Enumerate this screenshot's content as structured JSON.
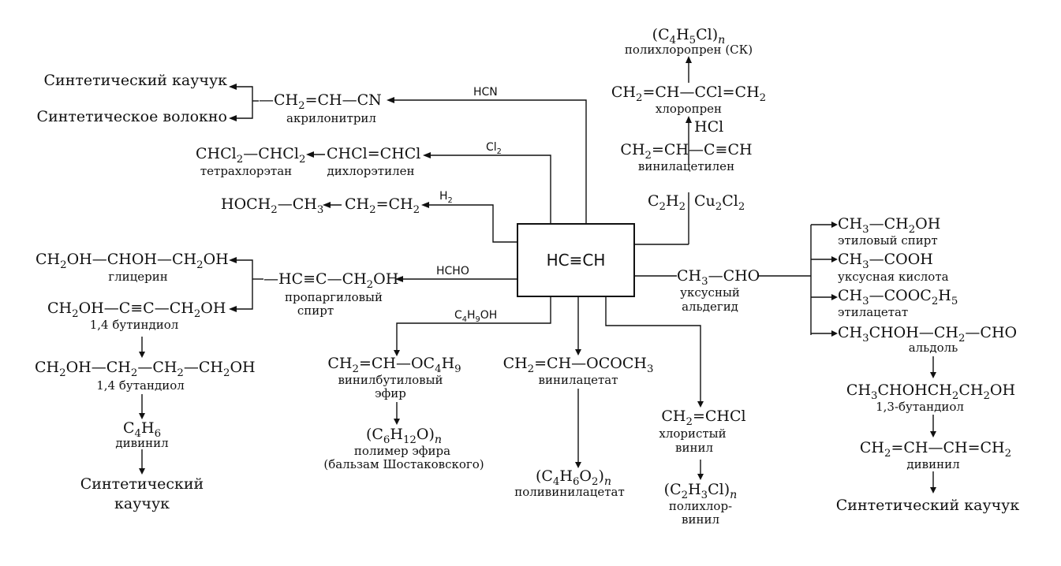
{
  "center": "HC≡CH",
  "top_right": {
    "polymer": "(C4H5Cl)n",
    "polymer_label": "полихлоропрен (СК)",
    "chloroprene": "CH2=CH—CCl=CH2",
    "chloroprene_label": "хлоропрен",
    "hcl": "HCl",
    "vinylacetylene": "CH2=CH—C≡CH",
    "vinylacetylene_label": "винилацетилен",
    "c2h2": "C2H2",
    "cu2cl2": "Cu2Cl2"
  },
  "acrylonitrile": {
    "reagent": "HCN",
    "formula": "—CH2=CH—CN",
    "label": "акрилонитрил",
    "product1": "Синтетический каучук",
    "product2": "Синтетическое волокно"
  },
  "chlorination": {
    "reagent": "Cl2",
    "dichloroethylene": "CHCl=CHCl",
    "dichloroethylene_label": "дихлорэтилен",
    "tetrachloroethane": "CHCl2—CHCl2",
    "tetrachloroethane_label": "тетрахлорэтан"
  },
  "hydrogenation": {
    "reagent": "H2",
    "ethylene": "CH2=CH2",
    "ethanol": "HOCH2—CH3"
  },
  "hcho_branch": {
    "reagent": "HCHO",
    "propargyl": "—HC≡C—CH2OH",
    "propargyl_label1": "пропаргиловый",
    "propargyl_label2": "спирт",
    "glycerol": "CH2OH—CHOH—CH2OH",
    "glycerol_label": "глицерин",
    "butynediol": "CH2OH—C≡C—CH2OH",
    "butynediol_label": "1,4 бутиндиол",
    "butanediol": "CH2OH—CH2—CH2—CH2OH",
    "butanediol_label": "1,4 бутандиол",
    "divinyl": "C4H6",
    "divinyl_label": "дивинил",
    "rubber1": "Синтетический",
    "rubber2": "каучук"
  },
  "vinyl_ether": {
    "reagent": "C4H9OH",
    "formula": "CH2=CH—OC4H9",
    "label1": "винилбутиловый",
    "label2": "эфир",
    "polymer": "(C6H12O)n",
    "polymer_label1": "полимер эфира",
    "polymer_label2": "(бальзам Шостаковского)"
  },
  "vinyl_acetate": {
    "formula": "CH2=CH—OCOCH3",
    "label": "винилацетат",
    "polymer": "(C4H6O2)n",
    "polymer_label": "поливинилацетат"
  },
  "vinyl_chloride": {
    "formula": "CH2=CHCl",
    "label1": "хлористый",
    "label2": "винил",
    "polymer": "(C2H3Cl)n",
    "polymer_label1": "полихлор-",
    "polymer_label2": "винил"
  },
  "acetaldehyde": {
    "formula": "CH3—CHO",
    "label1": "уксусный",
    "label2": "альдегид",
    "ethanol": "CH3—CH2OH",
    "ethanol_label": "этиловый спирт",
    "acid": "CH3—COOH",
    "acid_label": "уксусная кислота",
    "ester": "CH3—COOC2H5",
    "ester_label": "этилацетат",
    "aldol": "CH3CHOH—CH2—CHO",
    "aldol_label": "альдоль",
    "butanediol13": "CH3CHOHCH2CH2OH",
    "butanediol13_label": "1,3-бутандиол",
    "divinyl": "CH2=CH—CH=CH2",
    "divinyl_label": "дивинил",
    "rubber": "Синтетический каучук"
  }
}
